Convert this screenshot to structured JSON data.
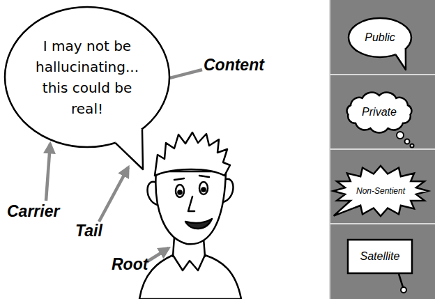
{
  "diagram": {
    "nodes": [
      {
        "text": [
          "I may not be hallucinating... this could be real!"
        ]
      },
      {
        "text": [
          "Public"
        ]
      },
      {
        "text": [
          "Private"
        ]
      },
      {
        "text": [
          "Non-Sentient"
        ]
      },
      {
        "text": [
          "Satellite"
        ]
      }
    ],
    "labels": [
      "Content",
      "Carrier",
      "Tail",
      "Root"
    ]
  }
}
